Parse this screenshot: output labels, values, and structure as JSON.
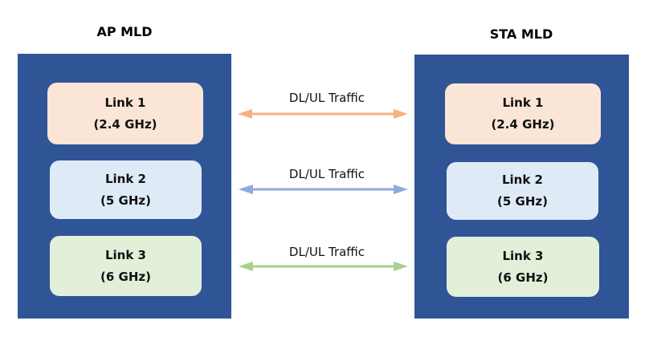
{
  "ap_mld": {
    "title": "AP MLD",
    "links": [
      {
        "name": "Link 1",
        "band": "(2.4 GHz)"
      },
      {
        "name": "Link 2",
        "band": "(5 GHz)"
      },
      {
        "name": "Link 3",
        "band": "(6 GHz)"
      }
    ]
  },
  "sta_mld": {
    "title": "STA MLD",
    "links": [
      {
        "name": "Link 1",
        "band": "(2.4 GHz)"
      },
      {
        "name": "Link 2",
        "band": "(5 GHz)"
      },
      {
        "name": "Link 3",
        "band": "(6 GHz)"
      }
    ]
  },
  "traffic": [
    {
      "label": "DL/UL Traffic",
      "color": "#F4B183"
    },
    {
      "label": "DL/UL Traffic",
      "color": "#8FAADC"
    },
    {
      "label": "DL/UL Traffic",
      "color": "#A9D18E"
    }
  ],
  "colors": {
    "mld": "#2F5597",
    "link1": "#FBE5D6",
    "link2": "#DEEBF7",
    "link3": "#E2F0D9"
  }
}
